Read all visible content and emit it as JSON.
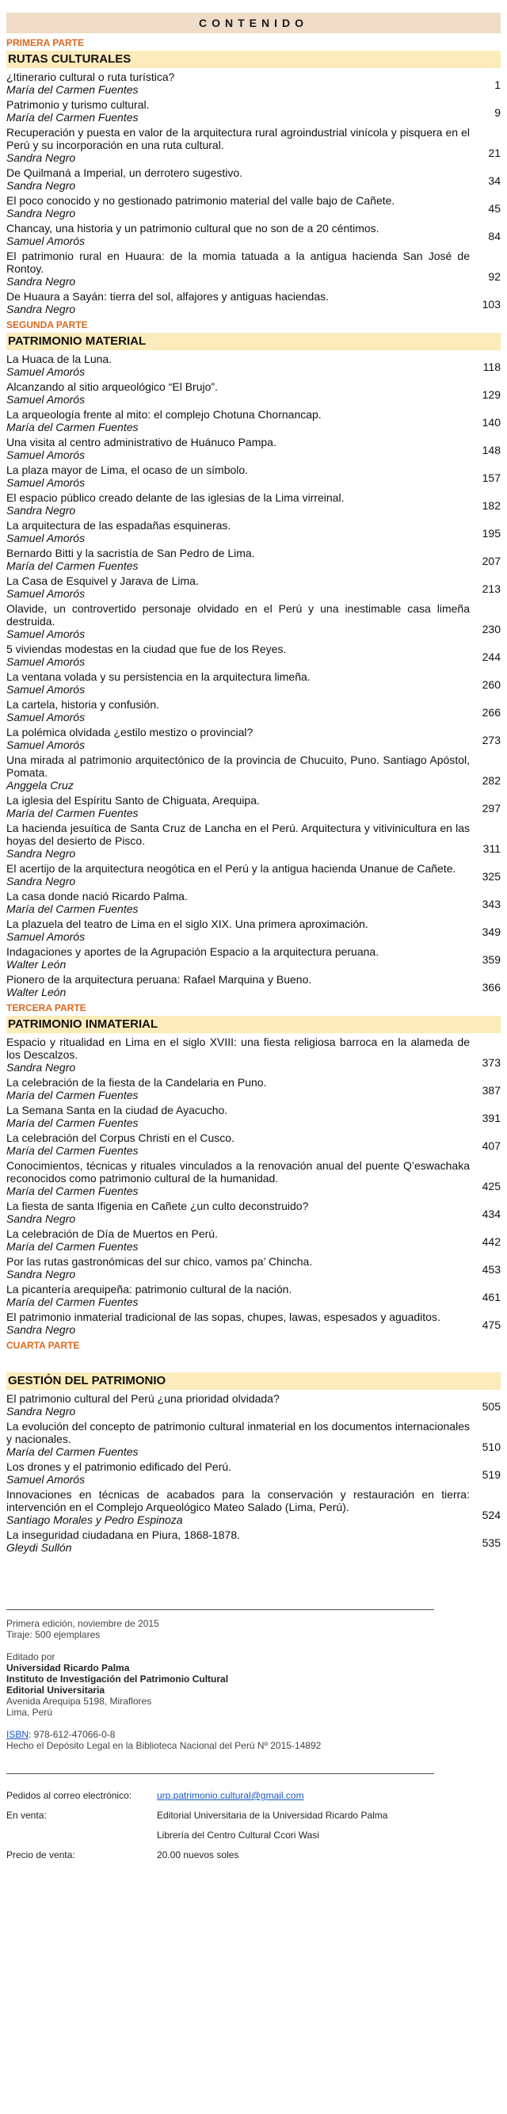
{
  "header": {
    "title": "CONTENIDO"
  },
  "parts": [
    {
      "label": "PRIMERA PARTE",
      "section": "RUTAS CULTURALES",
      "entries": [
        {
          "title": "¿Itinerario cultural o ruta turística?",
          "author": "María del Carmen Fuentes",
          "page": "1"
        },
        {
          "title": "Patrimonio y turismo cultural.",
          "author": "María del Carmen Fuentes",
          "page": "9"
        },
        {
          "title": "Recuperación y puesta en valor de la arquitectura rural agroindustrial vinícola y pisquera en el Perú y su incorporación en una ruta cultural.",
          "author": "Sandra Negro",
          "page": "21"
        },
        {
          "title": "De Quilmaná a Imperial, un derrotero sugestivo.",
          "author": "Sandra Negro",
          "page": "34"
        },
        {
          "title": "El poco conocido y no gestionado patrimonio material del valle bajo de Cañete.",
          "author": "Sandra Negro",
          "page": "45"
        },
        {
          "title": "Chancay, una historia y un patrimonio cultural que no son de a 20 céntimos.",
          "author": "Samuel Amorós",
          "page": "84"
        },
        {
          "title": "El patrimonio rural en Huaura: de la momia tatuada a la antigua hacienda San José de Rontoy.",
          "author": "Sandra Negro",
          "page": "92"
        },
        {
          "title": "De Huaura a Sayán: tierra del sol, alfajores y antiguas haciendas.",
          "author": "Sandra Negro",
          "page": "103"
        }
      ]
    },
    {
      "label": "SEGUNDA PARTE",
      "section": "PATRIMONIO MATERIAL",
      "entries": [
        {
          "title": "La Huaca de la Luna.",
          "author": "Samuel Amorós",
          "page": "118"
        },
        {
          "title": "Alcanzando al sitio arqueológico “El Brujo”.",
          "author": "Samuel Amorós",
          "page": "129"
        },
        {
          "title": "La arqueología frente al mito: el complejo Chotuna Chornancap.",
          "author": "María del Carmen Fuentes",
          "page": "140"
        },
        {
          "title": "Una visita al centro administrativo de Huánuco Pampa.",
          "author": "Samuel Amorós",
          "page": "148"
        },
        {
          "title": "La plaza mayor de Lima, el ocaso de un símbolo.",
          "author": "Samuel Amorós",
          "page": "157"
        },
        {
          "title": "El espacio público creado delante de las iglesias de la Lima virreinal.",
          "author": "Sandra Negro",
          "page": "182"
        },
        {
          "title": "La arquitectura de las espadañas esquineras.",
          "author": "Samuel Amorós",
          "page": "195"
        },
        {
          "title": "Bernardo Bitti y la sacristía de San Pedro de Lima.",
          "author": "María del Carmen Fuentes",
          "page": "207"
        },
        {
          "title": "La Casa de Esquivel y Jarava de Lima.",
          "author": "Samuel Amorós",
          "page": "213"
        },
        {
          "title": "Olavide, un controvertido personaje olvidado en el Perú y una inestimable casa limeña destruida.",
          "author": "Samuel Amorós",
          "page": "230"
        },
        {
          "title": "5 viviendas modestas en la ciudad que fue de los Reyes.",
          "author": "Samuel Amorós",
          "page": "244"
        },
        {
          "title": "La ventana volada y su persistencia en la arquitectura limeña.",
          "author": "Samuel Amorós",
          "page": "260"
        },
        {
          "title": "La cartela, historia y confusión.",
          "author": "Samuel Amorós",
          "page": "266"
        },
        {
          "title": "La polémica olvidada ¿estilo mestizo o provincial?",
          "author": "Samuel Amorós",
          "page": "273"
        },
        {
          "title": "Una mirada al patrimonio arquitectónico de la provincia de Chucuito, Puno. Santiago Apóstol, Pomata.",
          "author": "Anggela Cruz",
          "page": "282"
        },
        {
          "title": "La iglesia del Espíritu Santo de Chiguata, Arequipa.",
          "author": "María del Carmen Fuentes",
          "page": "297"
        },
        {
          "title": "La hacienda jesuítica de Santa Cruz de Lancha en el Perú. Arquitectura y vitivinicultura en las hoyas del desierto de Pisco.",
          "author": "Sandra Negro",
          "page": "311"
        },
        {
          "title": "El acertijo de la arquitectura neogótica en el Perú y la antigua hacienda Unanue de Cañete.",
          "author": "Sandra Negro",
          "page": "325"
        },
        {
          "title": "La casa donde nació Ricardo Palma.",
          "author": "María del Carmen Fuentes",
          "page": "343"
        },
        {
          "title": "La plazuela del teatro de Lima en el siglo XIX. Una primera aproximación.",
          "author": "Samuel Amorós",
          "page": "349"
        },
        {
          "title": "Indagaciones y aportes de la Agrupación Espacio a la arquitectura peruana.",
          "author": "Walter León",
          "page": "359"
        },
        {
          "title": "Pionero de la arquitectura peruana: Rafael Marquina y Bueno.",
          "author": "Walter León",
          "page": "366"
        }
      ]
    },
    {
      "label": "TERCERA PARTE",
      "section": "PATRIMONIO INMATERIAL",
      "entries": [
        {
          "title": "Espacio y ritualidad en Lima en el siglo XVIII: una fiesta religiosa barroca en la alameda de los Descalzos.",
          "author": "Sandra Negro",
          "page": "373"
        },
        {
          "title": "La celebración de la fiesta de la Candelaria en Puno.",
          "author": "María del Carmen Fuentes",
          "page": "387"
        },
        {
          "title": "La Semana Santa en la ciudad de Ayacucho.",
          "author": "María del Carmen Fuentes",
          "page": "391"
        },
        {
          "title": "La celebración del Corpus Christi en el Cusco.",
          "author": "María del Carmen Fuentes",
          "page": "407"
        },
        {
          "title": "Conocimientos, técnicas y rituales vinculados a la renovación anual del puente Q’eswachaka reconocidos como patrimonio cultural de la humanidad.",
          "author": "María del Carmen Fuentes",
          "page": "425"
        },
        {
          "title": "La fiesta de santa Ifigenia en Cañete ¿un culto deconstruido?",
          "author": "Sandra Negro",
          "page": "434"
        },
        {
          "title": "La celebración de Día de Muertos en Perú.",
          "author": "María del Carmen Fuentes",
          "page": "442"
        },
        {
          "title": "Por las rutas gastronómicas del sur chico, vamos pa’ Chincha.",
          "author": "Sandra Negro",
          "page": "453"
        },
        {
          "title": "La picantería arequipeña: patrimonio cultural de la nación.",
          "author": "María del Carmen Fuentes",
          "page": "461"
        },
        {
          "title": "El patrimonio inmaterial tradicional de las sopas, chupes, lawas, espesados y aguaditos.",
          "author": "Sandra Negro",
          "page": "475"
        }
      ]
    },
    {
      "label": "CUARTA PARTE",
      "section": "GESTIÓN DEL PATRIMONIO",
      "entries": [
        {
          "title": "El patrimonio cultural del Perú ¿una prioridad olvidada?",
          "author": "Sandra Negro",
          "page": "505"
        },
        {
          "title": "La evolución del concepto de patrimonio cultural inmaterial en los documentos internacionales y nacionales.",
          "author": "María del Carmen Fuentes",
          "page": "510"
        },
        {
          "title": "Los drones y el patrimonio edificado del Perú.",
          "author": "Samuel Amorós",
          "page": "519"
        },
        {
          "title": "Innovaciones en técnicas de acabados para la conservación y restauración en tierra: intervención en el Complejo Arqueológico Mateo Salado (Lima, Perú).",
          "author": "Santiago Morales y Pedro Espinoza",
          "page": "524"
        },
        {
          "title": "La inseguridad ciudadana en Piura, 1868-1878.",
          "author": "Gleydi Sullón",
          "page": "535"
        }
      ]
    }
  ],
  "colophon": {
    "edition": "Primera edición, noviembre de 2015",
    "print_run": "Tiraje: 500 ejemplares",
    "edited_by": "Editado por",
    "org1": "Universidad Ricardo Palma",
    "org2": "Instituto de Investigación del Patrimonio Cultural",
    "org3": "Editorial Universitaria",
    "address1": "Avenida Arequipa 5198, Miraflores",
    "address2": "Lima, Perú",
    "isbn_label": "ISBN",
    "isbn_value": ": 978-612-47066-0-8",
    "legal_deposit": "Hecho el Depósito Legal en la Biblioteca Nacional del Perú Nº 2015-14892"
  },
  "sales": {
    "orders_label": "Pedidos al correo electrónico:",
    "orders_email": "urp.patrimonio.cultural@gmail.com",
    "for_sale_label": "En venta:",
    "for_sale_place1": "Editorial Universitaria de la Universidad Ricardo Palma",
    "for_sale_place2": "Librería del Centro Cultural Ccori Wasi",
    "price_label": "Precio de venta:",
    "price_value": "20.00 nuevos soles"
  }
}
